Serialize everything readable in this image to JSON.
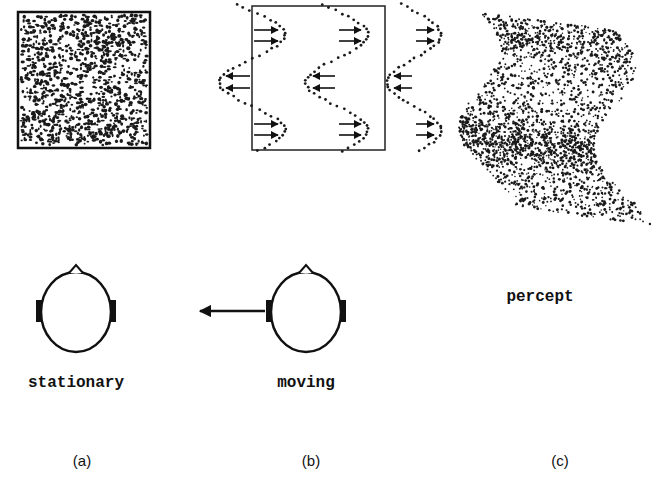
{
  "diagram": {
    "labels": [
      "stationary",
      "moving",
      "percept",
      "(a)",
      "(b)",
      "(c)"
    ]
  }
}
